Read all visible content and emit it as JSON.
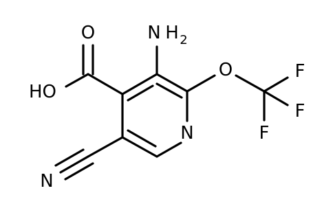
{
  "structure": {
    "atoms": {
      "carbonyl_oxygen": "O",
      "hydroxyl": "HO",
      "amino_n": "N",
      "amino_h": "H",
      "amino_h_count": "2",
      "ether_oxygen": "O",
      "fluorine_top": "F",
      "fluorine_right": "F",
      "fluorine_bottom": "F",
      "ring_nitrogen": "N",
      "nitrile_nitrogen": "N"
    }
  }
}
